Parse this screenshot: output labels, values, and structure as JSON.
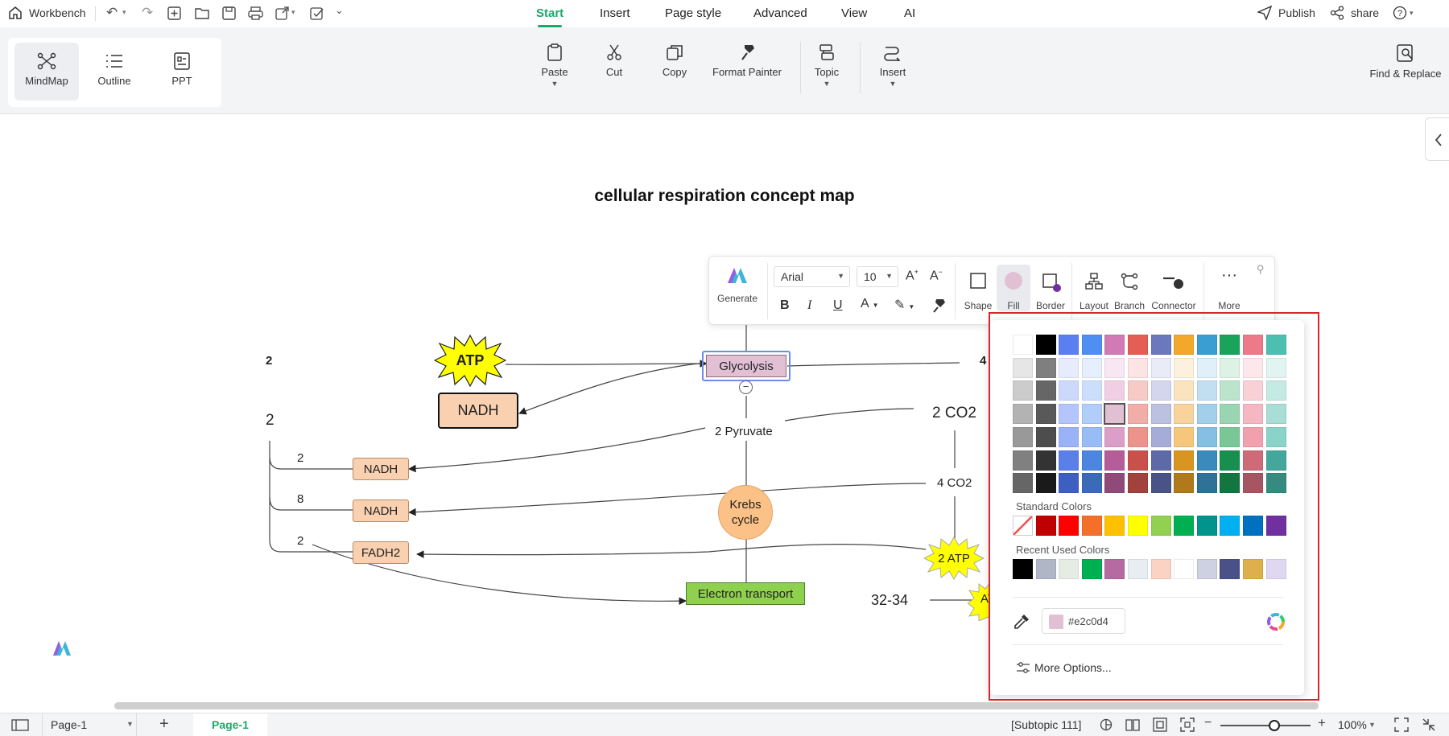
{
  "topbar": {
    "workbench": "Workbench",
    "menus": [
      "Start",
      "Insert",
      "Page style",
      "Advanced",
      "View",
      "AI"
    ],
    "publish": "Publish",
    "share": "share"
  },
  "ribbon": {
    "modes": [
      "MindMap",
      "Outline",
      "PPT"
    ],
    "buttons": [
      "Paste",
      "Cut",
      "Copy",
      "Format Painter",
      "Topic",
      "Insert"
    ],
    "find_replace": "Find & Replace"
  },
  "map": {
    "title": "cellular respiration concept map",
    "nodes": {
      "atp": "ATP",
      "nadh_big": "NADH",
      "glycolysis": "Glycolysis",
      "pyruvate": "2 Pyruvate",
      "co2_2": "2 CO2",
      "co2_4": "4 CO2",
      "krebs": "Krebs cycle",
      "electron": "Electron transport",
      "nadh1": "NADH",
      "nadh2": "NADH",
      "fadh2": "FADH2",
      "atp2": "2 ATP",
      "atp3": "AT",
      "yield": "32-34"
    },
    "labels": {
      "l2a": "2",
      "l2b": "2",
      "l2c": "2",
      "l8": "8",
      "l2d": "2",
      "l4": "4"
    }
  },
  "format_toolbar": {
    "generate": "Generate",
    "font": "Arial",
    "size": "10",
    "labels": [
      "Shape",
      "Fill",
      "Border",
      "Layout",
      "Branch",
      "Connector",
      "More"
    ]
  },
  "color_picker": {
    "grid": [
      [
        "#ffffff",
        "#000000",
        "#5b7ff0",
        "#4f8ff2",
        "#d17ab4",
        "#e45e55",
        "#6c78bd",
        "#f3a829",
        "#3b9ed3",
        "#1aa35a",
        "#ec7a89",
        "#4dbfb0"
      ],
      [
        "#e6e6e6",
        "#7f7f7f",
        "#e7ecfd",
        "#e5effd",
        "#f8e7f2",
        "#fbe4e3",
        "#e9ebf6",
        "#fdf1de",
        "#e0eff8",
        "#ddf1e5",
        "#fce8eb",
        "#e2f4f1"
      ],
      [
        "#cccccc",
        "#666666",
        "#cdd9fb",
        "#cbdefb",
        "#f0cfe4",
        "#f6cac7",
        "#d3d6ec",
        "#fbe3bd",
        "#c2dff1",
        "#bce3cb",
        "#f8d0d6",
        "#c5e9e3"
      ],
      [
        "#b3b3b3",
        "#595959",
        "#b3c5fa",
        "#b1cdf9",
        "#e2c0d4",
        "#f1aea9",
        "#bcc1e2",
        "#f8d49c",
        "#a3cfea",
        "#9ad5b1",
        "#f5b8c2",
        "#a8ded5"
      ],
      [
        "#999999",
        "#4d4d4d",
        "#9ab2f7",
        "#97bcf6",
        "#dc9ec9",
        "#ec938c",
        "#a5acd8",
        "#f6c67b",
        "#85bfe3",
        "#79c797",
        "#f1a1ad",
        "#8ad3c8"
      ],
      [
        "#808080",
        "#333333",
        "#5a7fe8",
        "#4d86e0",
        "#b55d99",
        "#c9514a",
        "#5e69a8",
        "#d99521",
        "#3a8bbb",
        "#178f4f",
        "#cf6a78",
        "#43a89b"
      ],
      [
        "#666666",
        "#1a1a1a",
        "#3d5fc0",
        "#3b6bb8",
        "#8f4a79",
        "#a1423c",
        "#4a5386",
        "#b07a1c",
        "#2f7197",
        "#137540",
        "#a65662",
        "#368a7f"
      ]
    ],
    "selected_row": 3,
    "selected_col": 4,
    "standard_label": "Standard Colors",
    "standard": [
      "none",
      "#c00000",
      "#ff0000",
      "#f36f2a",
      "#ffc000",
      "#ffff00",
      "#92d050",
      "#00b050",
      "#00948d",
      "#00b0f0",
      "#0070c0",
      "#7030a0"
    ],
    "recent_label": "Recent Used Colors",
    "recent": [
      "#000000",
      "#b0b6c6",
      "#e4ece4",
      "#00b050",
      "#b56aa0",
      "#e8edf2",
      "#fad3c5",
      "#ffffff",
      "#ced1e2",
      "#4a5088",
      "#ddb04c",
      "#e0d8f0"
    ],
    "hex": "#e2c0d4",
    "more": "More Options..."
  },
  "status": {
    "page_tab": "Page-1",
    "page_active": "Page-1",
    "subtopic": "[Subtopic 111]",
    "zoom": "100%",
    "zoom_fraction": 0.6
  }
}
